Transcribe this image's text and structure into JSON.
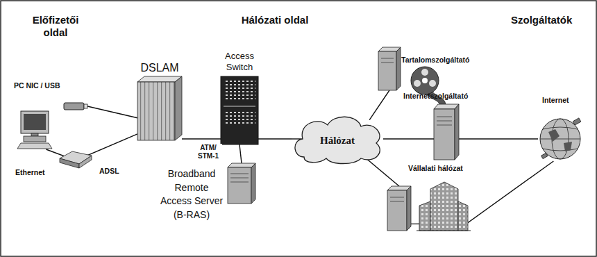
{
  "diagram": {
    "nodes": [
      {
        "text": [
          "PC NIC / USB"
        ]
      },
      {
        "text": [
          "Ethernet"
        ]
      },
      {
        "text": [
          "DSLAM"
        ]
      },
      {
        "text": [
          "Access Switch"
        ]
      },
      {
        "text": [
          "Broadband Remote Access Server (B-RAS)"
        ]
      },
      {
        "text": [
          "Hálózat"
        ]
      },
      {
        "text": [
          "Tartalomszolgáltató"
        ]
      },
      {
        "text": [
          "Internetszolgáltató"
        ]
      },
      {
        "text": [
          "Internet"
        ]
      },
      {
        "text": [
          "Vállalati hálózat"
        ]
      }
    ],
    "edges": [
      {
        "from": 0,
        "to": 2,
        "arrow": "none"
      },
      {
        "from": 1,
        "to": 2,
        "label": "ADSL",
        "arrow": "none"
      },
      {
        "from": 2,
        "to": 3,
        "label": "ATM/ STM-1",
        "arrow": "none"
      },
      {
        "from": 3,
        "to": 4,
        "arrow": "none"
      },
      {
        "from": 3,
        "to": 5,
        "arrow": "none"
      },
      {
        "from": 5,
        "to": 6,
        "arrow": "none"
      },
      {
        "from": 5,
        "to": 7,
        "arrow": "none"
      },
      {
        "from": 5,
        "to": 9,
        "arrow": "none"
      },
      {
        "from": 7,
        "to": 8,
        "arrow": "none"
      },
      {
        "from": 9,
        "to": 8,
        "arrow": "none"
      }
    ],
    "labels": [
      "Előfizetői oldal",
      "Hálózati oldal",
      "Szolgáltatók"
    ]
  }
}
